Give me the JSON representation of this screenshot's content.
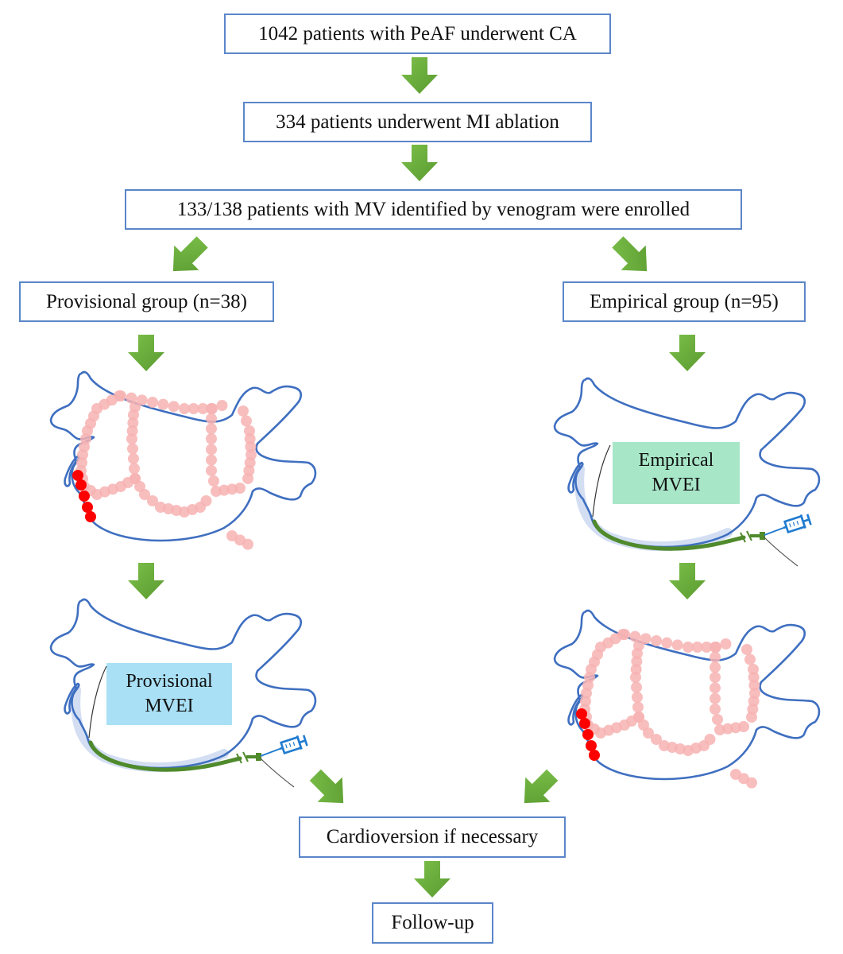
{
  "flowchart": {
    "steps": {
      "total": "1042 patients with PeAF underwent CA",
      "mi_ablation": "334 patients underwent MI ablation",
      "enrolled": "133/138 patients with MV identified by venogram were enrolled",
      "provisional_group": "Provisional group (n=38)",
      "empirical_group": "Empirical group (n=95)",
      "cardioversion": "Cardioversion if necessary",
      "follow_up": "Follow-up"
    },
    "illustrations": {
      "provisional_mvei": {
        "line1": "Provisional",
        "line2": "MVEI"
      },
      "empirical_mvei": {
        "line1": "Empirical",
        "line2": "MVEI"
      }
    }
  },
  "colors": {
    "box_border": "#5b86c9",
    "arrow": "#6aab3b",
    "atrium_outline": "#3f6fc0",
    "ablation_dots": "#f7b3b3",
    "mi_line_dots": "#ff0000",
    "provisional_label_bg": "#a9e0f5",
    "empirical_label_bg": "#a8e6c8",
    "catheter": "#4f8a2c"
  }
}
